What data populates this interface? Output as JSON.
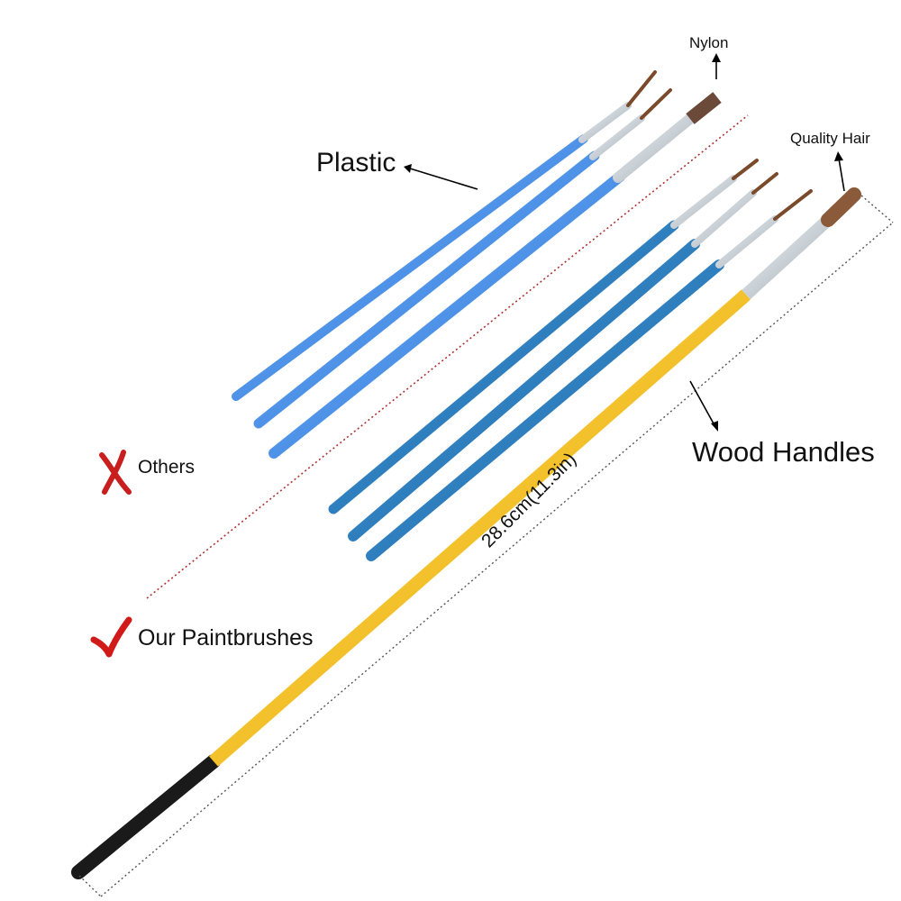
{
  "labels": {
    "nylon": "Nylon",
    "quality_hair": "Quality Hair",
    "plastic": "Plastic",
    "wood_handles": "Wood Handles",
    "others": "Others",
    "ours": "Our Paintbrushes",
    "length": "28.6cm(11.3in)"
  },
  "colors": {
    "plastic_handle": "#4f93e8",
    "metal_blue_handle": "#2f7fbf",
    "yellow_handle": "#f3c12b",
    "black_tip": "#1a1a1a",
    "ferrule": "#d7dde2",
    "hair_brown": "#8a5a3a",
    "cross_red": "#c81e1e",
    "check_red": "#d11a1a",
    "divider_red": "#b03030"
  },
  "icons": {
    "others_mark": "cross-icon",
    "ours_mark": "check-icon"
  }
}
